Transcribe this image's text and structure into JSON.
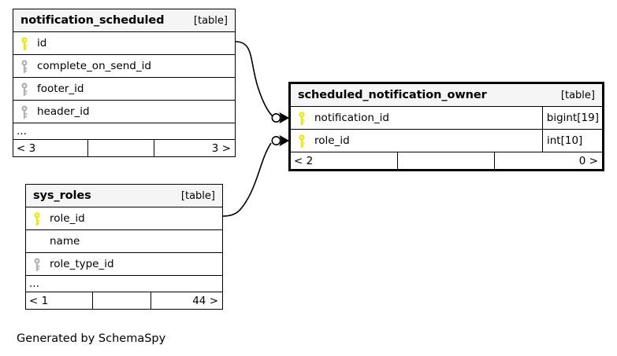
{
  "diagram": {
    "type": "entity-relationship",
    "generator_caption": "Generated by SchemaSpy",
    "background": "#ffffff",
    "primary_key_color": "#e8e80f",
    "foreign_key_color": "#b3b3b3",
    "header_background": "#f5f5f5",
    "line_color": "#000000"
  },
  "tables": [
    {
      "id": "notification_scheduled",
      "name": "notification_scheduled",
      "kind": "[table]",
      "focal": false,
      "columns": [
        {
          "name": "id",
          "key": "primary",
          "type": ""
        },
        {
          "name": "complete_on_send_id",
          "key": "foreign",
          "type": ""
        },
        {
          "name": "footer_id",
          "key": "foreign",
          "type": ""
        },
        {
          "name": "header_id",
          "key": "foreign",
          "type": ""
        }
      ],
      "more_indicator": "...",
      "footer": {
        "incoming": "< 3",
        "middle": "",
        "outgoing": "3 >"
      }
    },
    {
      "id": "scheduled_notification_owner",
      "name": "scheduled_notification_owner",
      "kind": "[table]",
      "focal": true,
      "columns": [
        {
          "name": "notification_id",
          "key": "primary",
          "type": "bigint[19]"
        },
        {
          "name": "role_id",
          "key": "primary",
          "type": "int[10]"
        }
      ],
      "more_indicator": null,
      "footer": {
        "incoming": "< 2",
        "middle": "",
        "outgoing": "0 >"
      }
    },
    {
      "id": "sys_roles",
      "name": "sys_roles",
      "kind": "[table]",
      "focal": false,
      "columns": [
        {
          "name": "role_id",
          "key": "primary",
          "type": ""
        },
        {
          "name": "name",
          "key": "none",
          "type": ""
        },
        {
          "name": "role_type_id",
          "key": "foreign",
          "type": ""
        }
      ],
      "more_indicator": "...",
      "footer": {
        "incoming": "< 1",
        "middle": "",
        "outgoing": "44 >"
      }
    }
  ],
  "relationships": [
    {
      "id": "rel-notification",
      "from_table": "notification_scheduled",
      "from_column": "id",
      "to_table": "scheduled_notification_owner",
      "to_column": "notification_id",
      "cardinality": "zero-or-many"
    },
    {
      "id": "rel-role",
      "from_table": "sys_roles",
      "from_column": "role_id",
      "to_table": "scheduled_notification_owner",
      "to_column": "role_id",
      "cardinality": "zero-or-many"
    }
  ]
}
